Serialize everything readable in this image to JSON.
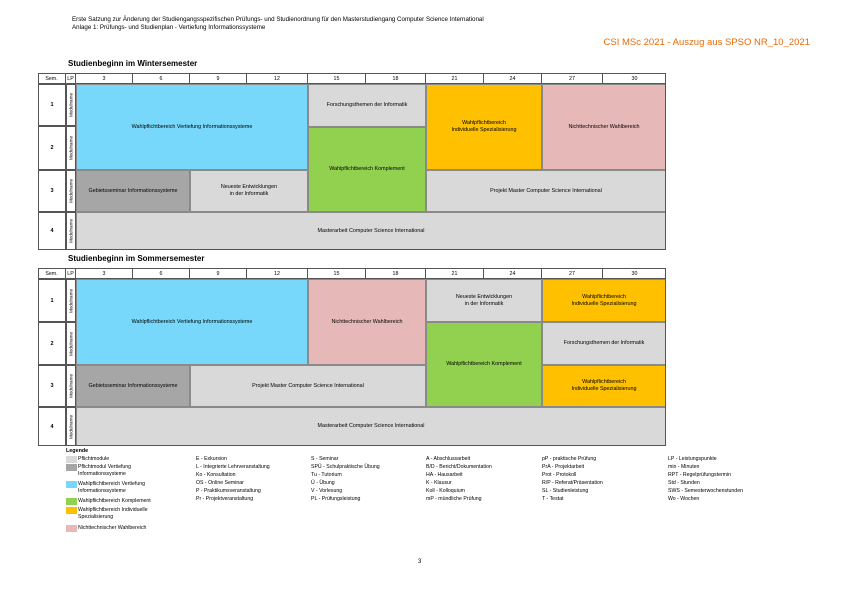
{
  "header": {
    "line1": "Erste Satzung zur Änderung der Studiengangsspezifischen Prüfungs- und Studienordnung für den Masterstudiengang Computer Science International",
    "line2": "Anlage 1: Prüfungs- und Studienplan - Vertiefung Informationssysteme",
    "doc_id": "CSI MSc 2021 - Auszug aus SPSO NR_10_2021"
  },
  "table_header": {
    "sem": "Sem.",
    "lp": "LP",
    "cols": [
      "3",
      "6",
      "9",
      "12",
      "15",
      "18",
      "21",
      "24",
      "27",
      "30"
    ]
  },
  "modul_label": "Modulname",
  "winter": {
    "title": "Studienbeginn im Wintersemester",
    "semesters": [
      "1",
      "2",
      "3",
      "4"
    ],
    "blocks": {
      "vertiefung": "Wahlpflichtbereich Vertiefung Informationssysteme",
      "forschung": "Forschungsthemen der Informatik",
      "wpi_line1": "Wahlpflichtbereich",
      "wpi_line2": "Individuelle Spezialisierung",
      "nicht": "Nichttechnischer Wahlbereich",
      "komplement": "Wahlpflichtbereich Komplement",
      "gebiet": "Gebietsseminar Informationssysteme",
      "neueste_line1": "Neueste Entwicklungen",
      "neueste_line2": "in der Informatik",
      "projekt": "Projekt Master Computer Science International",
      "master": "Masterarbeit Computer Science International"
    }
  },
  "summer": {
    "title": "Studienbeginn im Sommersemester",
    "semesters": [
      "1",
      "2",
      "3",
      "4"
    ],
    "blocks": {
      "vertiefung": "Wahlpflichtbereich Vertiefung Informationssysteme",
      "nicht": "Nichttechnischer Wahlbereich",
      "neueste_line1": "Neueste Entwicklungen",
      "neueste_line2": "in der Informatik",
      "wpi1_line1": "Wahlpflichtbereich",
      "wpi1_line2": "Individuelle Spezialisierung",
      "komplement": "Wahlpflichtbereich Komplement",
      "forschung": "Forschungsthemen der Informatik",
      "gebiet": "Gebietsseminar Informationssysteme",
      "projekt": "Projekt Master Computer Science International",
      "wpi2_line1": "Wahlpflichtbereich",
      "wpi2_line2": "Individuelle Spezialisierung",
      "master": "Masterarbeit Computer Science International"
    }
  },
  "legend": {
    "title": "Legende",
    "items": [
      {
        "line1": "Pflichtmodule",
        "line2": "",
        "color": "#d9d9d9"
      },
      {
        "line1": "Pflichtmodul Vertiefung",
        "line2": "Informationssysteme",
        "color": "#a6a6a6"
      },
      {
        "line1": "Wahlpflichtbereich Vertiefung",
        "line2": "Informationssysteme",
        "color": "#77d8fb"
      },
      {
        "line1": "Wahlpflichtbereich Komplement",
        "line2": "",
        "color": "#92d050"
      },
      {
        "line1": "Wahlpflichtbereich Individuelle",
        "line2": "Spezialisierung",
        "color": "#ffc000"
      },
      {
        "line1": "Nichttechnischer Wahlbereich",
        "line2": "",
        "color": "#e6b8b7"
      }
    ],
    "abbr_col1": [
      "E - Exkursion",
      "L - Integrierte Lehrveranstaltung",
      "Ko - Konsultation",
      "OS - Online Seminar",
      "P - Praktikumsveranstaltung",
      "Pr - Projektveranstaltung"
    ],
    "abbr_col2": [
      "S - Seminar",
      "SPÜ - Schulpraktische Übung",
      "Tu - Tutorium",
      "Ü - Übung",
      "V - Vorlesung",
      "PL - Prüfungsleistung"
    ],
    "abbr_col3": [
      "A - Abschlussarbeit",
      "B/D - Bericht/Dokumentation",
      "HA - Hausarbeit",
      "K - Klausur",
      "Koll - Kolloquium",
      "mP - mündliche Prüfung"
    ],
    "abbr_col4": [
      "pP - praktische Prüfung",
      "PrA - Projektarbeit",
      "Prot - Protokoll",
      "R/P - Referat/Präsentation",
      "SL - Studienleistung",
      "T - Testat"
    ],
    "abbr_col5": [
      "LP - Leistungspunkte",
      "min - Minuten",
      "RPT - Regelprüfungstermin",
      "Std - Stunden",
      "SWS - Semesterwochenstunden",
      "Wo - Wochen"
    ]
  },
  "page_number": "3"
}
